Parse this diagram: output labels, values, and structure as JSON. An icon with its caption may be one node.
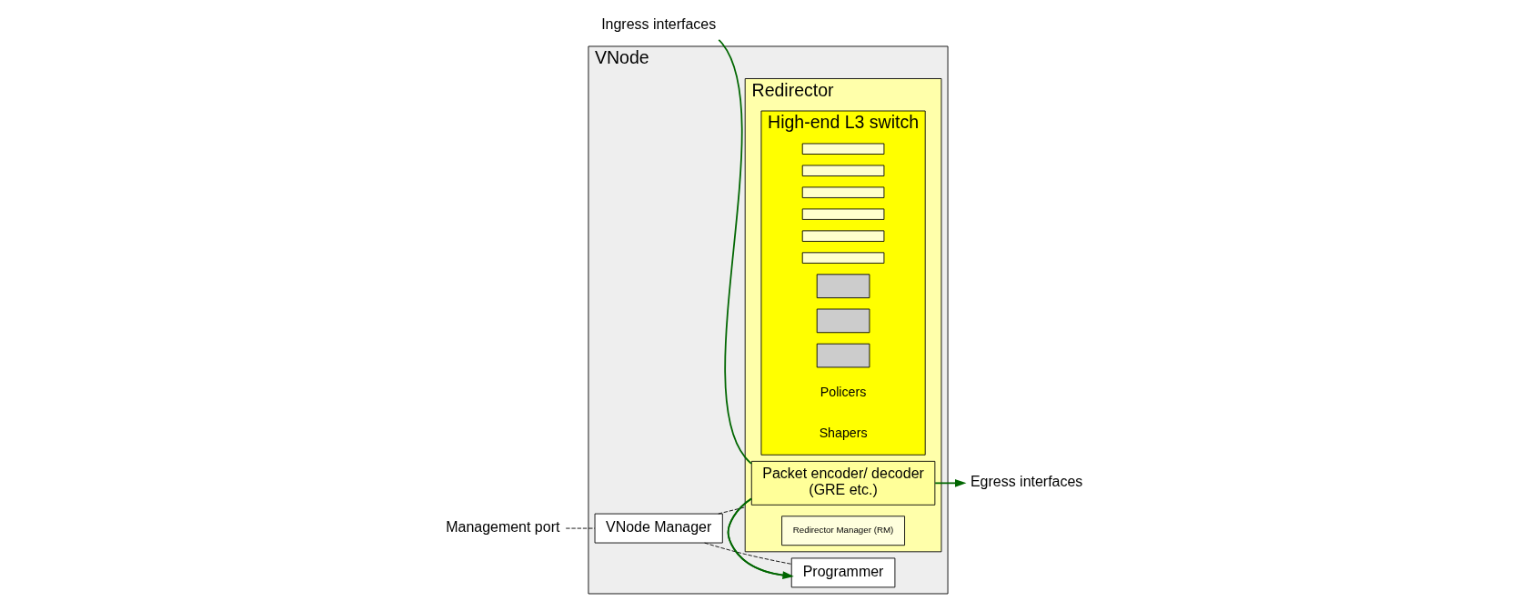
{
  "diagram": {
    "nodes": [
      {
        "text": [
          "VNode"
        ]
      },
      {
        "text": [
          "VNode Manager"
        ],
        "in": 0
      },
      {
        "text": [
          "Redirector"
        ],
        "in": 0
      },
      {
        "text": [
          "High-end L3 switch"
        ],
        "in": 2
      },
      {
        "text": [],
        "shape": "bar",
        "in": 3
      },
      {
        "text": [],
        "shape": "bar",
        "in": 3
      },
      {
        "text": [],
        "shape": "bar",
        "in": 3
      },
      {
        "text": [],
        "shape": "bar",
        "in": 3
      },
      {
        "text": [],
        "shape": "bar",
        "in": 3
      },
      {
        "text": [],
        "shape": "bar",
        "in": 3
      },
      {
        "text": [],
        "shape": "box",
        "in": 3
      },
      {
        "text": [],
        "shape": "box",
        "in": 3
      },
      {
        "text": [],
        "shape": "box",
        "in": 3
      },
      {
        "text": [
          "Packet encoder/ decoder",
          "(GRE etc.)"
        ],
        "in": 2
      },
      {
        "text": [
          "Redirector Manager (RM)"
        ],
        "in": 2
      },
      {
        "text": [
          "Programmer"
        ],
        "in": 0
      },
      {
        "text": [
          "Management port"
        ]
      },
      {
        "text": [
          "Ingress interfaces"
        ]
      },
      {
        "text": [
          "Egress interfaces"
        ]
      }
    ],
    "edges": [
      {
        "from": 16,
        "to": 1,
        "arrow": "none",
        "style": "dashed",
        "color": "#000000"
      },
      {
        "from": 1,
        "to": 2,
        "arrow": "none",
        "style": "dashed",
        "color": "#000000"
      },
      {
        "from": 1,
        "to": 15,
        "arrow": "none",
        "style": "dashed",
        "color": "#000000"
      },
      {
        "from": 17,
        "to": 13,
        "arrow": "none"
      },
      {
        "from": 13,
        "to": 15,
        "arrow": "to"
      },
      {
        "from": 15,
        "to": 13,
        "arrow": "none"
      },
      {
        "from": 13,
        "to": 18,
        "arrow": "to"
      }
    ],
    "labels": [
      "Policers",
      "Shapers"
    ]
  }
}
